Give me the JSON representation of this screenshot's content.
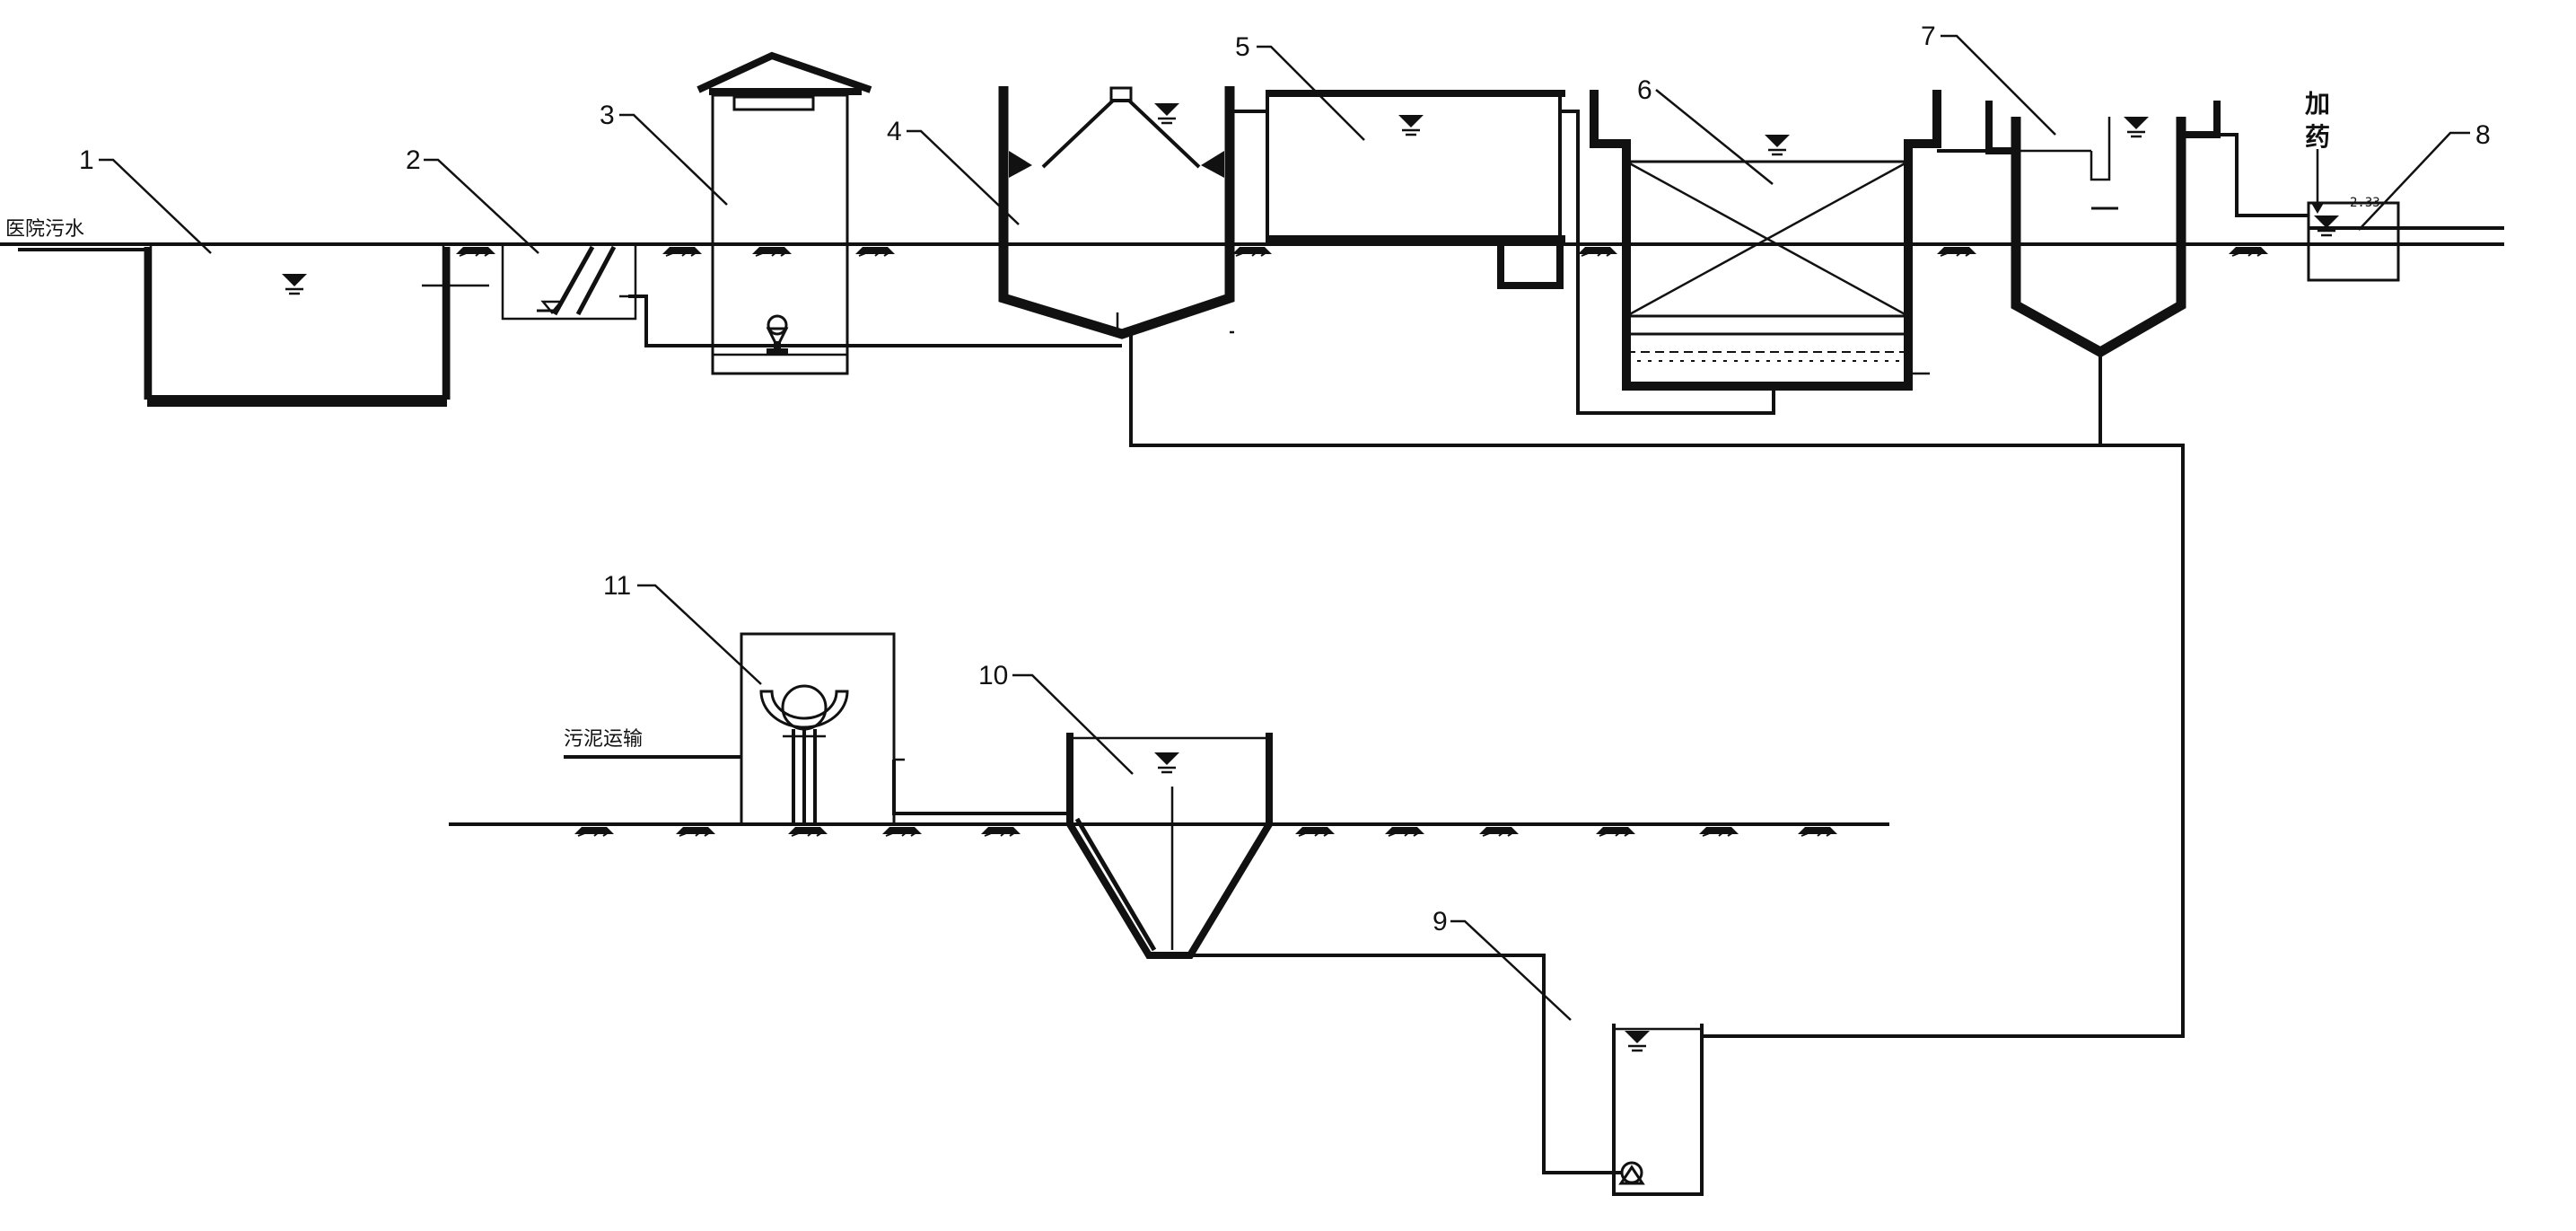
{
  "labels": {
    "hospital_sewage": "医院污水",
    "sludge_transport": "污泥运输",
    "dosing_char1": "加",
    "dosing_char2": "药",
    "small_reading": "2.33",
    "n1": "1",
    "n2": "2",
    "n3": "3",
    "n4": "4",
    "n5": "5",
    "n6": "6",
    "n7": "7",
    "n8": "8",
    "n9": "9",
    "n10": "10",
    "n11": "11"
  },
  "colors": {
    "line": "#111111",
    "background": "#ffffff"
  }
}
